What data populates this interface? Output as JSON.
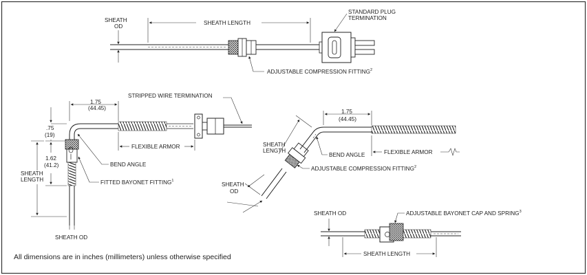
{
  "labels": {
    "top_sheath_od_1": "SHEATH",
    "top_sheath_od_2": "OD",
    "top_sheath_length": "SHEATH LENGTH",
    "standard_plug_1": "STANDARD PLUG",
    "standard_plug_2": "TERMINATION",
    "adj_comp_fitting_top": "ADJUSTABLE COMPRESSION FITTING",
    "adj_comp_fitting_top_sup": "2",
    "stripped_wire": "STRIPPED WIRE TERMINATION",
    "dim_175_left": "1.75",
    "dim_4445_left": "(44.45)",
    "dim_075": ".75",
    "dim_19": "(19)",
    "dim_162": "1.62",
    "dim_412": "(41.2)",
    "left_sheath_length_1": "SHEATH",
    "left_sheath_length_2": "LENGTH",
    "flexible_armor_left": "FLEXIBLE ARMOR",
    "bend_angle_left": "BEND ANGLE",
    "fitted_bayonet": "FITTED BAYONET FITTING",
    "fitted_bayonet_sup": "1",
    "left_sheath_od": "SHEATH OD",
    "dim_175_mid": "1.75",
    "dim_4445_mid": "(44.45)",
    "mid_sheath_length_1": "SHEATH",
    "mid_sheath_length_2": "LENGTH",
    "bend_angle_mid": "BEND ANGLE",
    "flexible_armor_mid": "FLEXIBLE ARMOR",
    "adj_comp_fitting_mid": "ADJUSTABLE COMPRESSION FITTING",
    "adj_comp_fitting_mid_sup": "2",
    "mid_sheath_od_1": "SHEATH",
    "mid_sheath_od_2": "OD",
    "br_sheath_od": "SHEATH OD",
    "adj_bayonet_cap": "ADJUSTABLE BAYONET CAP AND SPRING",
    "adj_bayonet_cap_sup": "3",
    "br_sheath_length": "SHEATH LENGTH"
  },
  "footnote": "All dimensions are in inches (millimeters) unless otherwise specified"
}
